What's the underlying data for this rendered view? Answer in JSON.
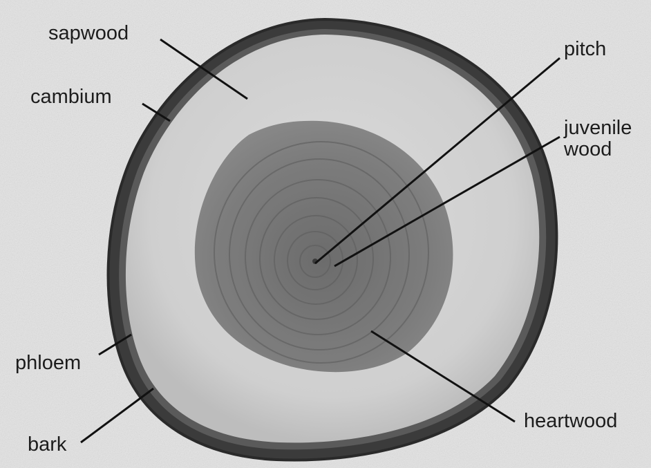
{
  "figure": {
    "labels": {
      "sapwood": "sapwood",
      "cambium": "cambium",
      "phloem": "phloem",
      "bark": "bark",
      "pitch": "pitch",
      "juvenile_line1": "juvenile",
      "juvenile_line2": "wood",
      "heartwood": "heartwood"
    }
  },
  "colors": {
    "background_fabric": "#e6e6e6",
    "bark": "#3a3a3a",
    "sapwood": "#d2d2d2",
    "heartwood": "#7a7a7a",
    "juvenile_wood": "#707070",
    "leader_line": "#111111",
    "label_text": "#1c1c1c"
  }
}
